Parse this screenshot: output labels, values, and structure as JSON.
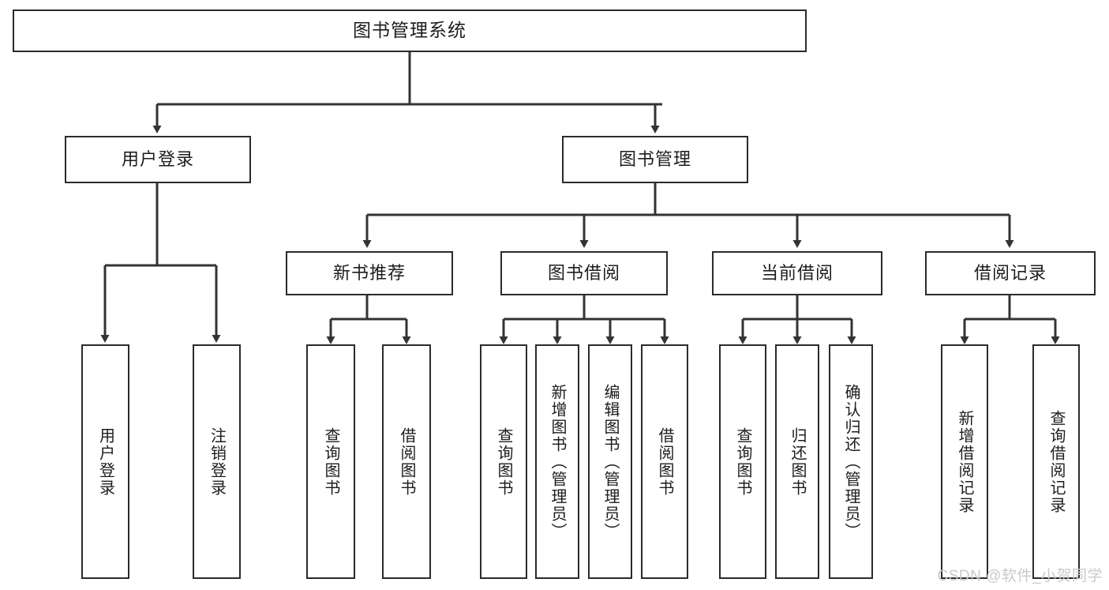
{
  "diagram": {
    "type": "tree",
    "title": "图书管理系统",
    "watermark": "CSDN @软件_小贺同学",
    "colors": {
      "box_border": "#2b2b2b",
      "box_fill": "#ffffff",
      "connector": "#333333",
      "text": "#1d1d1d",
      "watermark": "#c9c9c9",
      "background": "#ffffff"
    },
    "nodes": {
      "root": {
        "label": "图书管理系统"
      },
      "level1": [
        {
          "label": "用户登录"
        },
        {
          "label": "图书管理"
        }
      ],
      "level2": [
        {
          "label": "新书推荐"
        },
        {
          "label": "图书借阅"
        },
        {
          "label": "当前借阅"
        },
        {
          "label": "借阅记录"
        }
      ],
      "leaves": {
        "user_login": [
          {
            "label": "用户登录"
          },
          {
            "label": "注销登录"
          }
        ],
        "new_book_recommend": [
          {
            "label": "查询图书"
          },
          {
            "label": "借阅图书"
          }
        ],
        "book_borrow": [
          {
            "label": "查询图书"
          },
          {
            "label": "新增图书（管理员）"
          },
          {
            "label": "编辑图书（管理员）"
          },
          {
            "label": "借阅图书"
          }
        ],
        "current_borrow": [
          {
            "label": "查询图书"
          },
          {
            "label": "归还图书"
          },
          {
            "label": "确认归还（管理员）"
          }
        ],
        "borrow_record": [
          {
            "label": "新增借阅记录"
          },
          {
            "label": "查询借阅记录"
          }
        ]
      }
    }
  }
}
